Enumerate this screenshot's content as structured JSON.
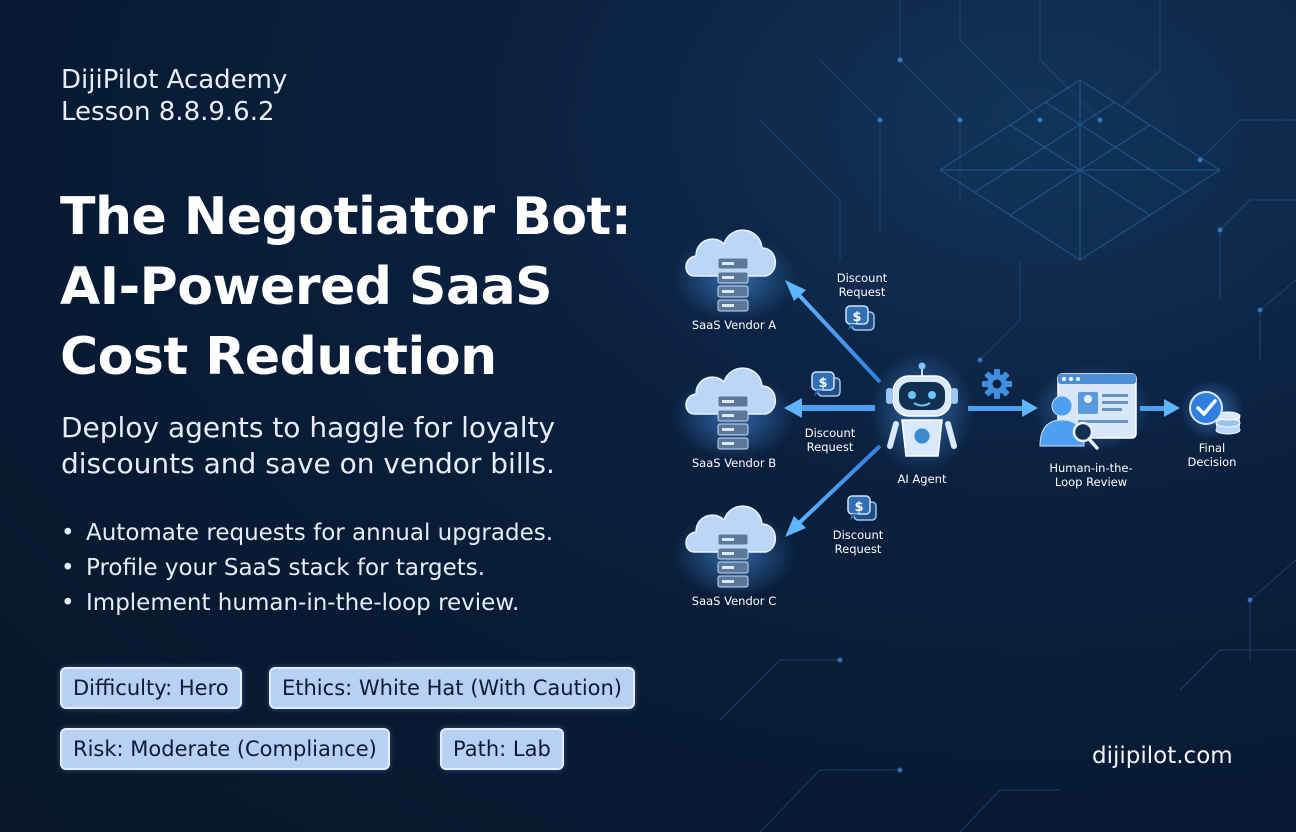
{
  "header": {
    "brand": "DijiPilot Academy",
    "lesson": "Lesson 8.8.9.6.2"
  },
  "title": {
    "line1": "The Negotiator Bot:",
    "line2": "AI-Powered SaaS",
    "line3": "Cost Reduction"
  },
  "subtitle": {
    "line1": "Deploy agents to haggle for loyalty",
    "line2": "discounts and save on vendor bills."
  },
  "bullets": [
    "Automate requests for annual upgrades.",
    "Profile your SaaS stack for targets.",
    "Implement human-in-the-loop review."
  ],
  "tags": {
    "difficulty": "Difficulty: Hero",
    "ethics": "Ethics: White Hat (With Caution)",
    "risk": "Risk: Moderate (Compliance)",
    "path": "Path: Lab"
  },
  "diagram": {
    "vendor_a": "SaaS Vendor A",
    "vendor_b": "SaaS Vendor B",
    "vendor_c": "SaaS Vendor C",
    "request_word1": "Discount",
    "request_word2": "Request",
    "agent": "AI Agent",
    "review_line1": "Human-in-the-",
    "review_line2": "Loop Review",
    "final_line1": "Final",
    "final_line2": "Decision",
    "currency_symbol": "$"
  },
  "footer": {
    "site": "dijipilot.com"
  },
  "colors": {
    "background": "#0b2140",
    "accent": "#4da3ff",
    "tag_fill": "#b7d0f4"
  }
}
